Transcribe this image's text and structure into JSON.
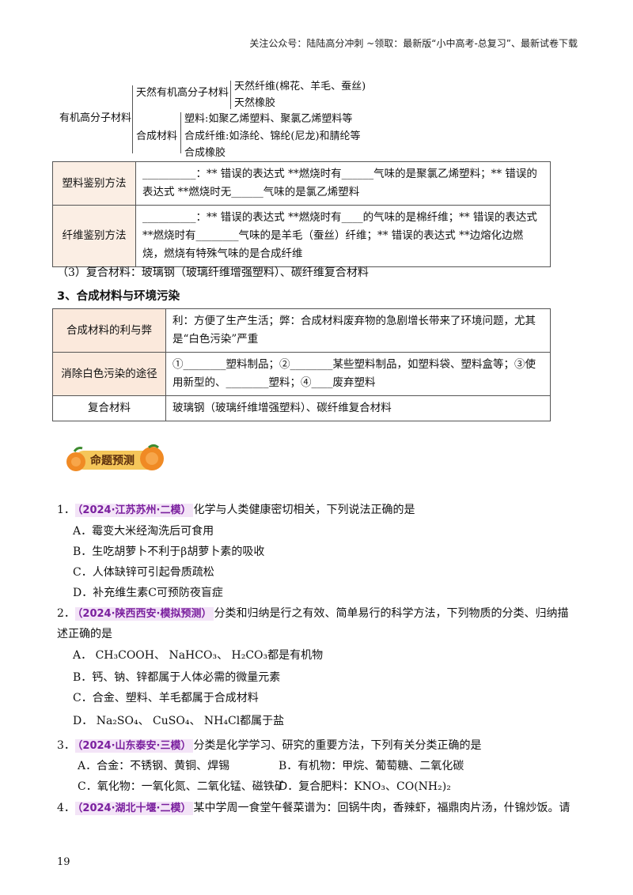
{
  "header": "关注公众号：陆陆高分冲刺 ~领取：最新版“小中高考-总复习”、最新试卷下载",
  "org": {
    "root": "有机高分子材料",
    "natural": "天然有机高分子材料",
    "natural_fiber": "天然纤维(棉花、羊毛、蚕丝)",
    "natural_rubber": "天然橡胶",
    "plastic": "塑料:如聚乙烯塑料、聚氯乙烯塑料等",
    "synthetic": "合成材料",
    "synthetic_fiber": "合成纤维:如涤纶、锦纶(尼龙)和腈纶等",
    "synthetic_rubber": "合成橡胶"
  },
  "table1": {
    "rows": [
      {
        "label": "塑料鉴别方法",
        "content": "__________：** 错误的表达式 **燃烧时有______气味的是聚氯乙烯塑料；** 错误的表达式 **燃烧时无______气味的是氯乙烯塑料"
      },
      {
        "label": "纤维鉴别方法",
        "content": "__________：** 错误的表达式 **燃烧时有____的气味的是棉纤维；** 错误的表达式 **燃烧时有________气味的是羊毛（蚕丝）纤维；** 错误的表达式 **边熔化边燃烧，燃烧有特殊气味的是合成纤维"
      }
    ]
  },
  "composite_line": "（3）复合材料：玻璃钢（玻璃纤维增强塑料）、碳纤维复合材料",
  "section3": "3、合成材料与环境污染",
  "table2": {
    "rows": [
      {
        "label": "合成材料的利与弊",
        "content": "利：方便了生产生活；弊：合成材料废弃物的急剧增长带来了环境问题，尤其是“白色污染”严重"
      },
      {
        "label": "消除白色污染的途径",
        "content": "①________塑料制品；②________某些塑料制品，如塑料袋、塑料盒等；③使用新型的、________塑料；④____废弃塑料"
      },
      {
        "label": "复合材料",
        "content": "玻璃钢（玻璃纤维增强塑料）、碳纤维复合材料"
      }
    ]
  },
  "badge": "命题预测",
  "questions": [
    {
      "num": "1．",
      "tag": "（2024·江苏苏州·二模）",
      "stem": "化学与人类健康密切相关，下列说法正确的是",
      "options": [
        "A．霉变大米经淘洗后可食用",
        "B．生吃胡萝卜不利于β胡萝卜素的吸收",
        "C．人体缺锌可引起骨质疏松",
        "D．补充维生素C可预防夜盲症"
      ]
    },
    {
      "num": "2．",
      "tag": "（2024·陕西西安·模拟预测）",
      "stem": "分类和归纳是行之有效、简单易行的科学方法，下列物质的分类、归纳描",
      "stem2": "述正确的是",
      "optA_pre": "A．",
      "optA_f1": "CH₃COOH",
      "optA_sep1": "、",
      "optA_f2": "NaHCO₃",
      "optA_sep2": "、",
      "optA_f3": "H₂CO₃",
      "optA_post": "都是有机物",
      "optB": "B．钙、钠、锌都属于人体必需的微量元素",
      "optC": "C．合金、塑料、羊毛都属于合成材料",
      "optD_pre": "D．",
      "optD_f1": "Na₂SO₄",
      "optD_sep1": "、",
      "optD_f2": "CuSO₄",
      "optD_sep2": "、",
      "optD_f3": "NH₄Cl",
      "optD_post": "都属于盐"
    },
    {
      "num": "3．",
      "tag": "（2024·山东泰安·三模）",
      "stem": "分类是化学学习、研究的重要方法，下列有关分类正确的是",
      "options": [
        "A．合金：不锈钢、黄铜、焊锡",
        "B．有机物：甲烷、葡萄糖、二氧化碳",
        "C．氧化物：一氧化氮、二氧化锰、磁铁矿",
        "D．复合肥料：KNO₃、CO(NH₂)₂"
      ]
    },
    {
      "num": "4．",
      "tag": "（2024·湖北十堰·二模）",
      "stem": "某中学周一食堂午餐菜谱为：回锅牛肉，香辣虾，福鼎肉片汤，什锦炒饭。请"
    }
  ],
  "page_number": "19"
}
